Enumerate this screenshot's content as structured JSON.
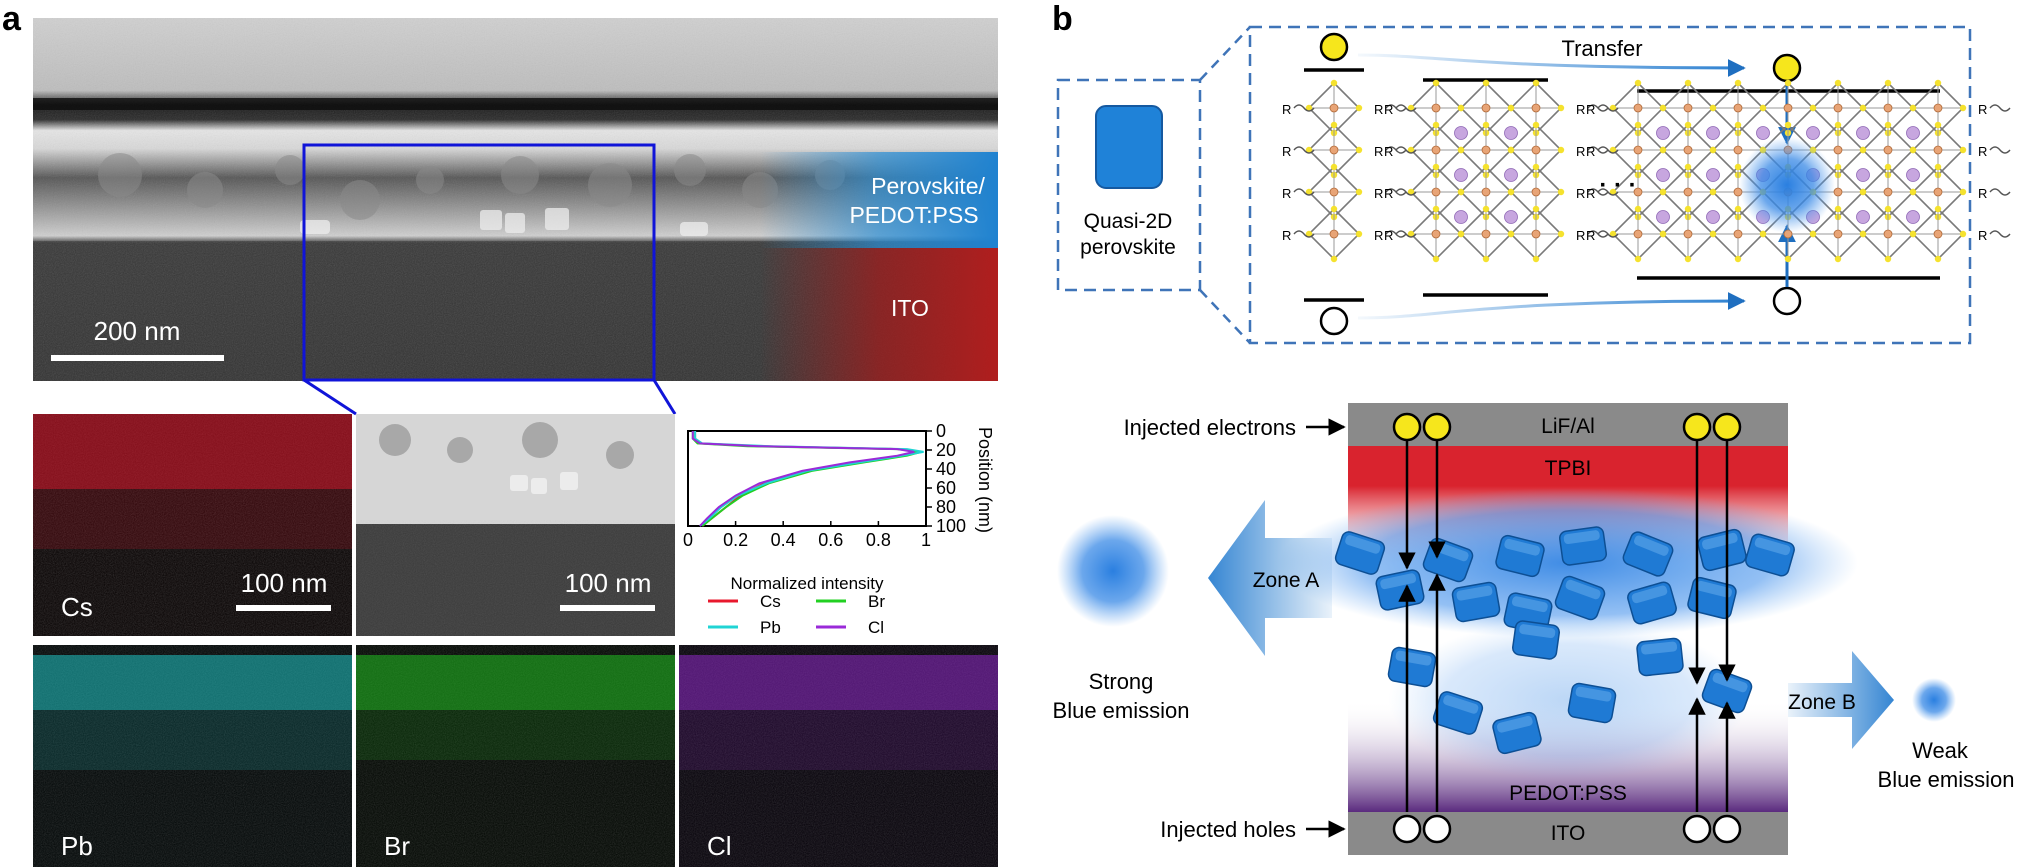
{
  "panel_a": {
    "label": "a",
    "tem": {
      "scalebar": "200 nm",
      "layer_perovskite_line1": "Perovskite/",
      "layer_perovskite_line2": "PEDOT:PSS",
      "layer_ito": "ITO"
    },
    "maps": {
      "cs": "Cs",
      "pb": "Pb",
      "br": "Br",
      "cl": "Cl",
      "scalebar_cs": "100 nm",
      "scalebar_zoom": "100 nm"
    },
    "colors": {
      "cs": "#e8182d",
      "pb": "#20d4d4",
      "br": "#22d022",
      "cl": "#9a2ad8"
    }
  },
  "chart_data": {
    "type": "line",
    "xlabel": "Normalized intensity",
    "ylabel": "Position (nm)",
    "xlim": [
      0,
      1
    ],
    "ylim": [
      0,
      100
    ],
    "y_inverted": true,
    "x_ticks": [
      "0",
      "0.2",
      "0.4",
      "0.6",
      "0.8",
      "1"
    ],
    "y_ticks": [
      "0",
      "20",
      "40",
      "60",
      "80",
      "100"
    ],
    "legend_placement": "below",
    "series": [
      {
        "name": "Cs",
        "color": "#e8182d",
        "points": [
          [
            0.03,
            0
          ],
          [
            0.03,
            8
          ],
          [
            0.05,
            13
          ],
          [
            0.3,
            16
          ],
          [
            0.9,
            19
          ],
          [
            0.97,
            22
          ],
          [
            0.9,
            26
          ],
          [
            0.7,
            33
          ],
          [
            0.5,
            42
          ],
          [
            0.32,
            55
          ],
          [
            0.22,
            68
          ],
          [
            0.16,
            80
          ],
          [
            0.1,
            92
          ],
          [
            0.06,
            100
          ]
        ]
      },
      {
        "name": "Br",
        "color": "#22d022",
        "points": [
          [
            0.02,
            0
          ],
          [
            0.02,
            8
          ],
          [
            0.04,
            13
          ],
          [
            0.25,
            16
          ],
          [
            0.88,
            19
          ],
          [
            0.98,
            22
          ],
          [
            0.92,
            26
          ],
          [
            0.74,
            33
          ],
          [
            0.52,
            42
          ],
          [
            0.34,
            55
          ],
          [
            0.23,
            68
          ],
          [
            0.16,
            80
          ],
          [
            0.1,
            92
          ],
          [
            0.06,
            100
          ]
        ]
      },
      {
        "name": "Pb",
        "color": "#20d4d4",
        "points": [
          [
            0.03,
            0
          ],
          [
            0.03,
            8
          ],
          [
            0.06,
            13
          ],
          [
            0.35,
            16
          ],
          [
            0.92,
            19
          ],
          [
            0.99,
            22
          ],
          [
            0.9,
            26
          ],
          [
            0.72,
            33
          ],
          [
            0.5,
            42
          ],
          [
            0.33,
            55
          ],
          [
            0.21,
            68
          ],
          [
            0.14,
            80
          ],
          [
            0.09,
            92
          ],
          [
            0.05,
            100
          ]
        ]
      },
      {
        "name": "Cl",
        "color": "#9a2ad8",
        "points": [
          [
            0.02,
            0
          ],
          [
            0.02,
            8
          ],
          [
            0.05,
            13
          ],
          [
            0.3,
            16
          ],
          [
            0.88,
            19
          ],
          [
            0.95,
            22
          ],
          [
            0.88,
            26
          ],
          [
            0.68,
            33
          ],
          [
            0.48,
            42
          ],
          [
            0.3,
            55
          ],
          [
            0.2,
            68
          ],
          [
            0.13,
            80
          ],
          [
            0.08,
            92
          ],
          [
            0.05,
            100
          ]
        ]
      }
    ]
  },
  "panel_b": {
    "label": "b",
    "quasi_line1": "Quasi-2D",
    "quasi_line2": "perovskite",
    "transfer": "Transfer",
    "ellipsis": "· · ·",
    "r_label": "R",
    "injected_electrons": "Injected electrons",
    "injected_holes": "Injected holes",
    "layer_lif": "LiF/Al",
    "layer_tpbi": "TPBI",
    "layer_pedot": "PEDOT:PSS",
    "layer_ito": "ITO",
    "zone_a": "Zone A",
    "zone_b": "Zone B",
    "strong_line1": "Strong",
    "strong_line2": "Blue emission",
    "weak_line1": "Weak",
    "weak_line2": "Blue emission",
    "colors": {
      "blue": "#1f78d1",
      "dash": "#3f74b8",
      "tpbi": "#d9232e",
      "pedot": "#5a2a7e",
      "gray": "#8a8a8a"
    }
  }
}
